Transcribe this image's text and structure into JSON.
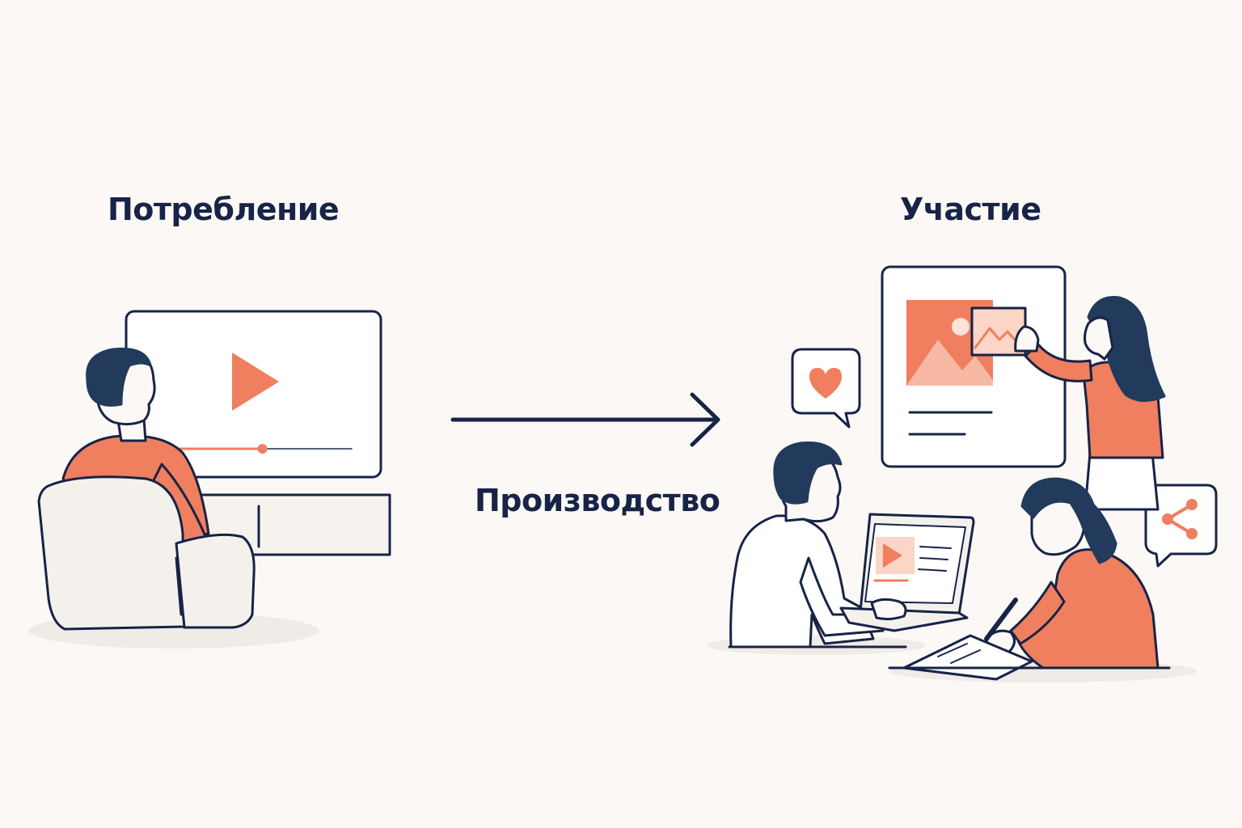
{
  "labels": {
    "consumption": "Потребление",
    "production": "Производство",
    "participation": "Участие"
  },
  "colors": {
    "background": "#fbf8f5",
    "ink": "#172347",
    "accent": "#ef7f5f",
    "accent_light": "#f7b9a4",
    "hair": "#223a5c",
    "panel": "#f3f0ec"
  },
  "icons": {
    "play": "play-icon",
    "heart": "heart-icon",
    "share": "share-icon",
    "image": "image-icon",
    "arrow": "arrow-right-icon"
  },
  "video_progress": 0.53
}
